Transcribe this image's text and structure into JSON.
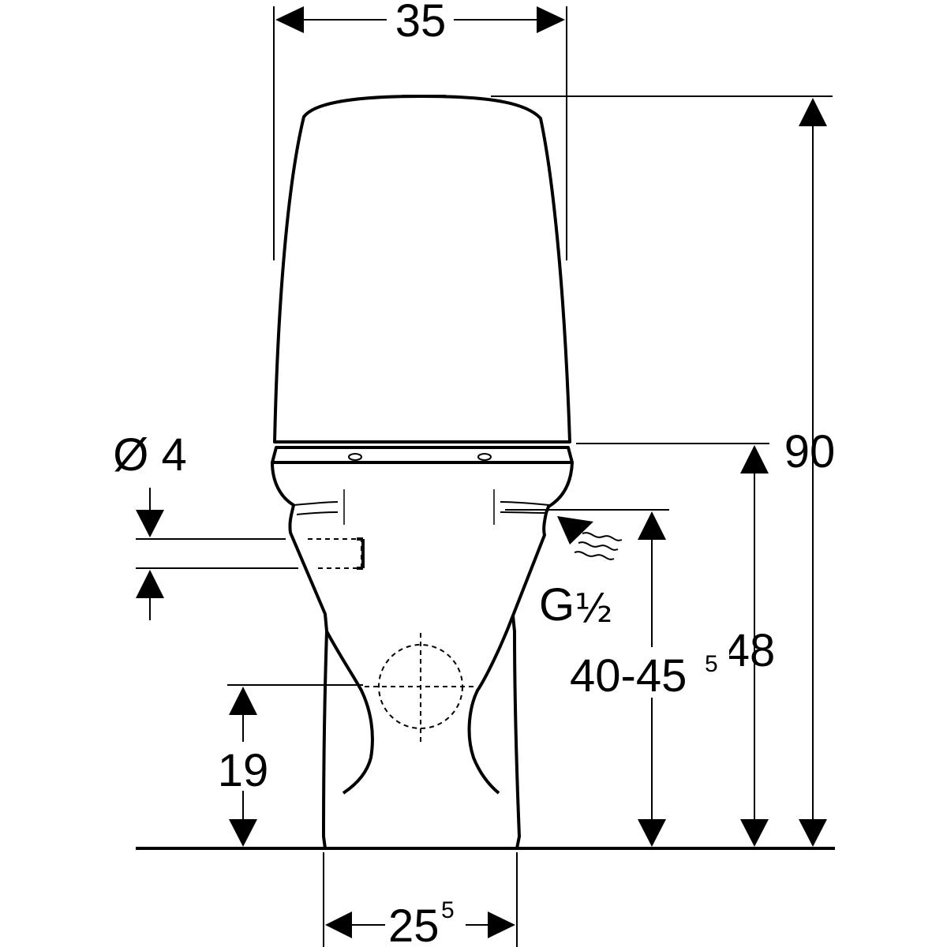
{
  "dimensions": {
    "width_top": "35",
    "height_total": "90",
    "height_bowl": "48",
    "seat_height_main": "40-45",
    "seat_height_sup": "5",
    "outlet_height": "19",
    "base_width_main": "25",
    "base_width_sup": "5",
    "diameter": "Ø 4",
    "thread_main": "G",
    "thread_frac": "½"
  }
}
